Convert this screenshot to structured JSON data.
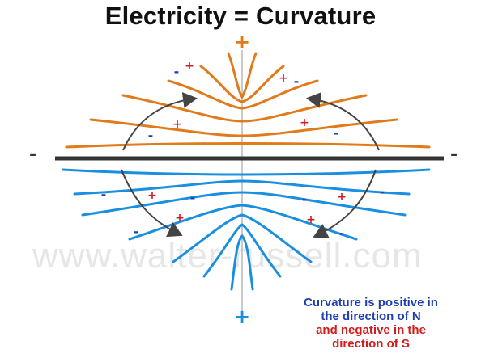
{
  "title": "Electricity = Curvature",
  "poles": {
    "top": "+",
    "bottom": "+",
    "left": "-",
    "right": "-"
  },
  "watermark": "www.walter-russell.com",
  "caption": {
    "line1": "Curvature is positive in",
    "line2": "the direction of N",
    "line3": "and negative in the",
    "line4": "direction of S"
  },
  "colors": {
    "upper_lines": "#e07a1a",
    "lower_lines": "#1a8fe0",
    "axis": "#333333",
    "plus_sign": "#d01c1c",
    "minus_sign": "#1f3fb0",
    "arrow": "#444444"
  }
}
